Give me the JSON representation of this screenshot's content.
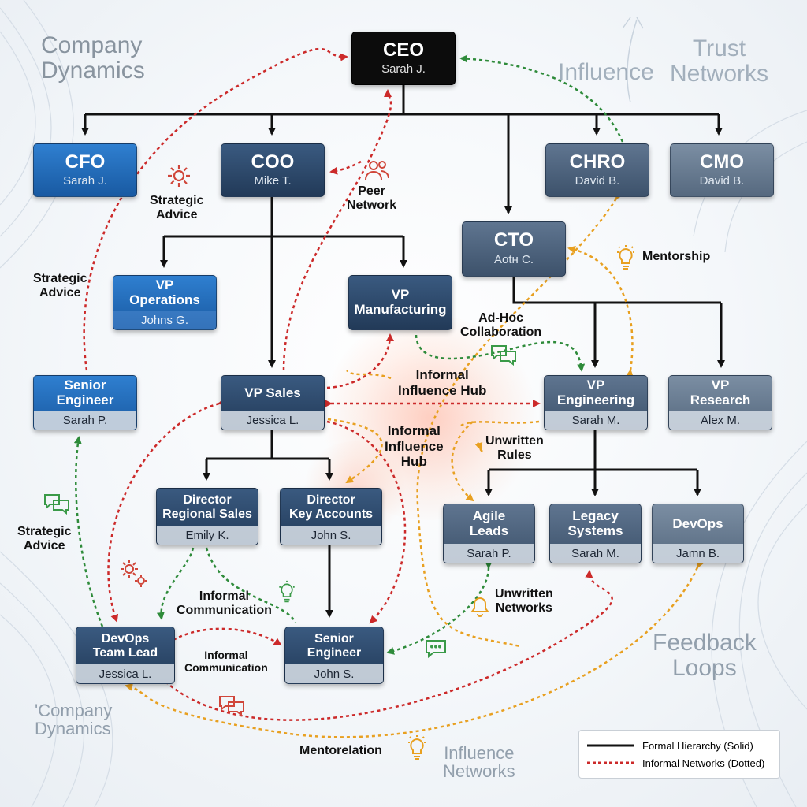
{
  "watermarks": {
    "company_dynamics": "Company\nDynamics",
    "influence": "Influence",
    "trust_networks": "Trust\nNetworks",
    "feedback_loops": "Feedback\nLoops",
    "company_dynamics_bottom": "'Company\nDynamics",
    "influence_networks": "Influence\nNetworks"
  },
  "nodes": {
    "ceo": {
      "title": "CEO",
      "name": "Sarah J."
    },
    "cfo": {
      "title": "CFO",
      "name": "Sarah J."
    },
    "coo": {
      "title": "COO",
      "name": "Mike T."
    },
    "chro": {
      "title": "CHRO",
      "name": "David B."
    },
    "cmo": {
      "title": "CMO",
      "name": "David B."
    },
    "cto": {
      "title": "CTO",
      "name": "Aotн C."
    },
    "vp_operations": {
      "title": "VP\nOperations",
      "name": "Johns G."
    },
    "vp_manufacturing": {
      "title": "VP\nManufacturing",
      "name": ""
    },
    "senior_engineer_left": {
      "title": "Senior\nEngineer",
      "name": "Sarah P."
    },
    "vp_sales": {
      "title": "VP Sales",
      "name": "Jessica L."
    },
    "vp_engineering": {
      "title": "VP\nEngineering",
      "name": "Sarah M."
    },
    "vp_research": {
      "title": "VP\nResearch",
      "name": "Alex M."
    },
    "director_regional_sales": {
      "title": "Director\nRegional Sales",
      "name": "Emily K."
    },
    "director_key_accounts": {
      "title": "Director\nKey Accounts",
      "name": "John S."
    },
    "agile_leads": {
      "title": "Agile\nLeads",
      "name": "Sarah P."
    },
    "legacy_systems": {
      "title": "Legacy\nSystems",
      "name": "Sarah M."
    },
    "devops": {
      "title": "DevOps",
      "name": "Jamn B."
    },
    "devops_team_lead": {
      "title": "DevOps\nTeam Lead",
      "name": "Jessica L."
    },
    "senior_engineer_bottom": {
      "title": "Senior\nEngineer",
      "name": "John S."
    }
  },
  "labels": {
    "strategic_advice_top": "Strategic\nAdvice",
    "peer_network": "Peer\nNetwork",
    "strategic_advice_left": "Strategic\nAdvice",
    "mentorship": "Mentorship",
    "ad_hoc": "Ad-Hoc\nCollaboration",
    "influence_hub_1": "Informal\nInfluence Hub",
    "influence_hub_2": "Informal\nInfluence\nHub",
    "unwritten_rules": "Unwritten\nRules",
    "strategic_advice_bottom": "Strategic\nAdvice",
    "informal_comm_1": "Informal\nCommunication",
    "informal_comm_2": "Informal\nCommunication",
    "unwritten_networks": "Unwritten\nNetworks",
    "mentor_relation": "Mentorelation"
  },
  "legend": {
    "formal": "Formal Hierarchy (Solid)",
    "informal": "Informal Networks (Dotted)"
  },
  "colors": {
    "formal": "#111111",
    "informal_red": "#cc2a2a",
    "informal_green": "#2e8b3a",
    "informal_orange": "#e8a020",
    "icon_red": "#d0463a",
    "icon_green": "#3a9a48",
    "icon_orange": "#e8a020"
  },
  "icons": [
    "gear-icon",
    "people-icon",
    "lightbulb-icon",
    "chat-bubble-icon",
    "gears-icon",
    "bell-icon"
  ]
}
